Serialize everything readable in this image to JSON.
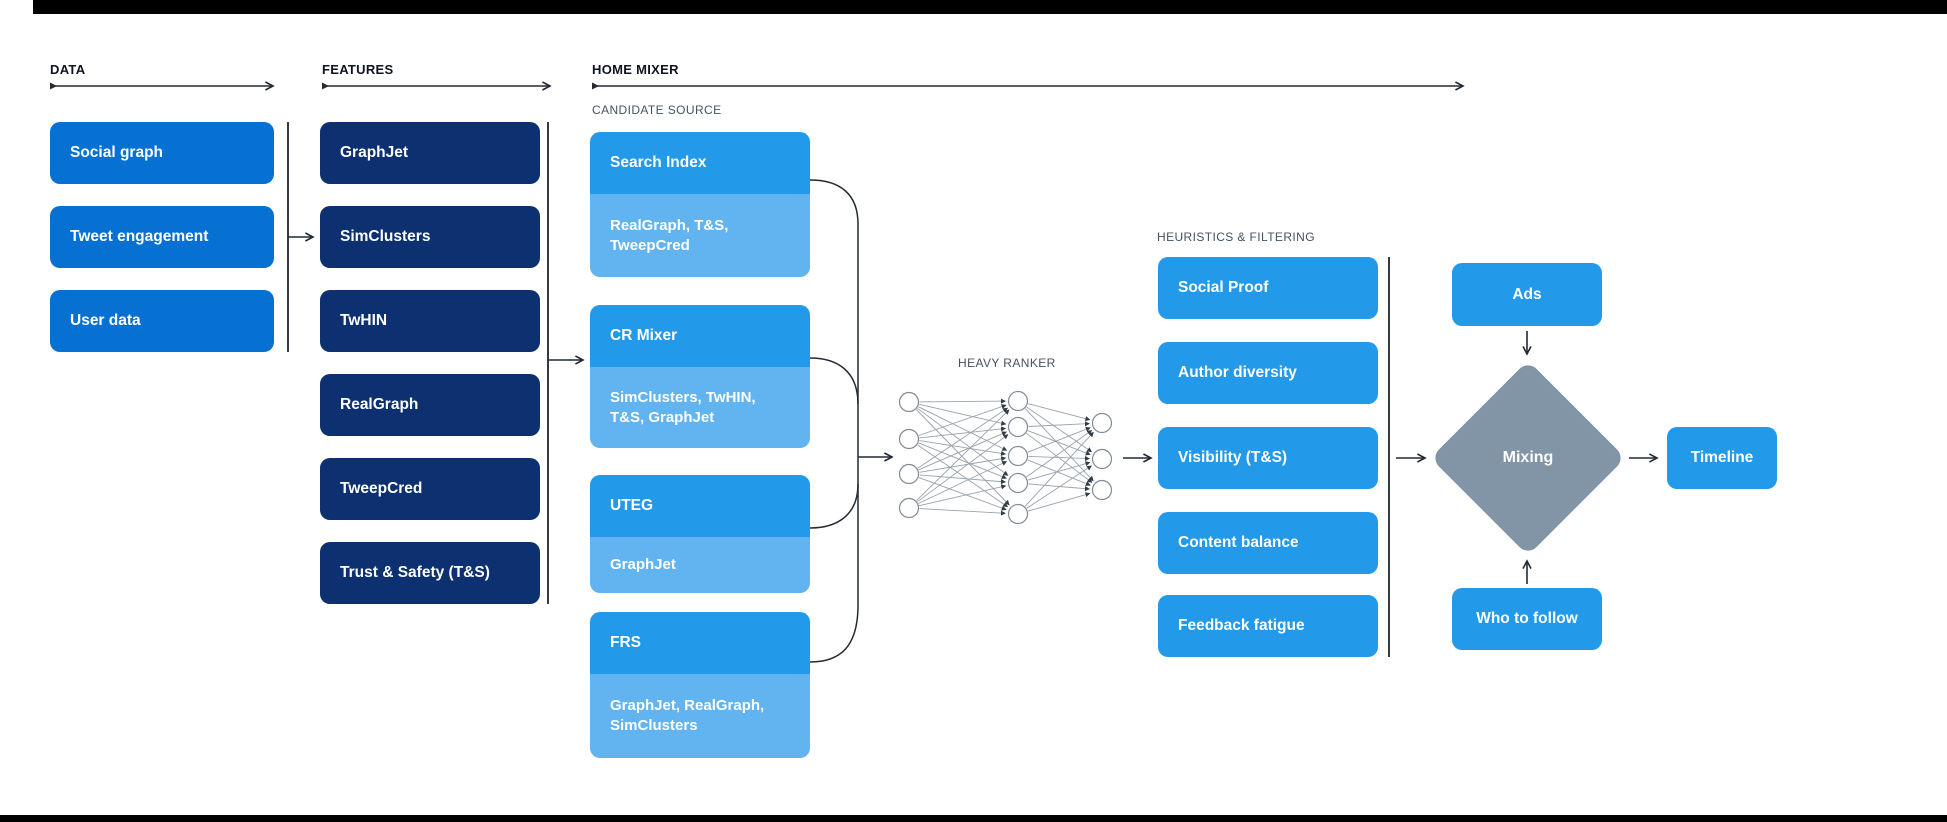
{
  "colors": {
    "data_box_blue": "#0671d3",
    "feature_box_navy": "#0c3070",
    "azure_box": "#2299e9",
    "light_blue_sub": "#62b4f0",
    "mixing_diamond_gray": "#8195a7",
    "connector_dark": "#222a33",
    "section_label_dark": "#0d1520",
    "sub_label_gray": "#45535f",
    "background": "#ffffff"
  },
  "sections": {
    "data": {
      "label": "DATA",
      "items": [
        "Social graph",
        "Tweet engagement",
        "User data"
      ]
    },
    "features": {
      "label": "FEATURES",
      "items": [
        "GraphJet",
        "SimClusters",
        "TwHIN",
        "RealGraph",
        "TweepCred",
        "Trust & Safety (T&S)"
      ]
    },
    "home_mixer": {
      "label": "HOME MIXER",
      "candidate_source": {
        "label": "CANDIDATE SOURCE",
        "items": [
          {
            "title": "Search Index",
            "sources": "RealGraph, T&S, TweepCred"
          },
          {
            "title": "CR Mixer",
            "sources": "SimClusters, TwHIN, T&S, GraphJet"
          },
          {
            "title": "UTEG",
            "sources": "GraphJet"
          },
          {
            "title": "FRS",
            "sources": "GraphJet, RealGraph, SimClusters"
          }
        ]
      },
      "heavy_ranker": {
        "label": "HEAVY RANKER"
      },
      "heuristics": {
        "label": "HEURISTICS & FILTERING",
        "items": [
          "Social Proof",
          "Author diversity",
          "Visibility (T&S)",
          "Content balance",
          "Feedback fatigue"
        ]
      },
      "mixing": {
        "ads": "Ads",
        "diamond": "Mixing",
        "who_to_follow": "Who to follow",
        "timeline": "Timeline"
      }
    }
  }
}
